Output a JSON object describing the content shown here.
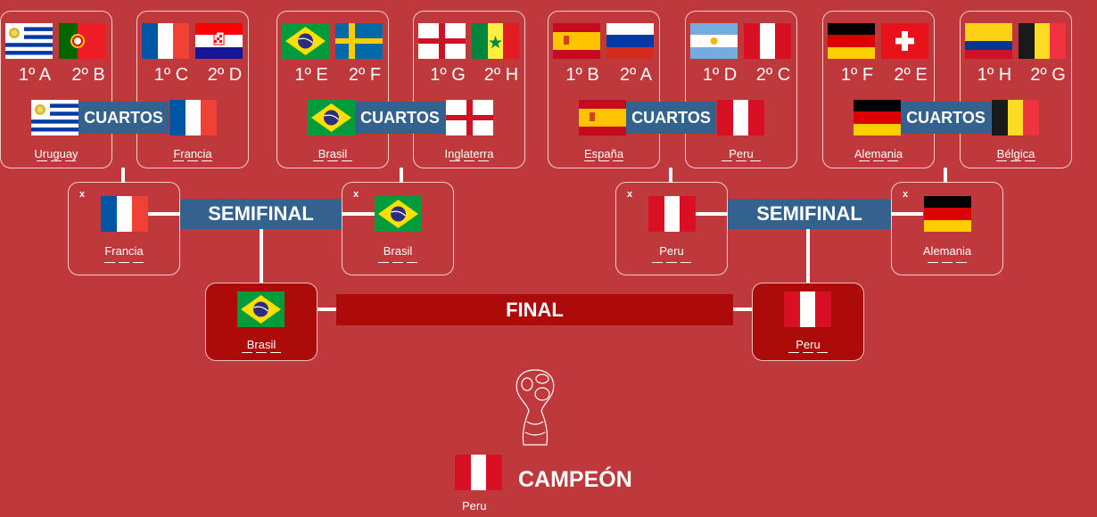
{
  "groups": [
    {
      "teams": [
        {
          "flag": "uruguay",
          "pos": "1º A"
        },
        {
          "flag": "portugal",
          "pos": "2º B"
        }
      ]
    },
    {
      "teams": [
        {
          "flag": "france",
          "pos": "1º C"
        },
        {
          "flag": "croatia",
          "pos": "2º D"
        }
      ]
    },
    {
      "teams": [
        {
          "flag": "brazil",
          "pos": "1º E"
        },
        {
          "flag": "sweden",
          "pos": "2º F"
        }
      ]
    },
    {
      "teams": [
        {
          "flag": "england",
          "pos": "1º G"
        },
        {
          "flag": "senegal",
          "pos": "2º H"
        }
      ]
    },
    {
      "teams": [
        {
          "flag": "spain",
          "pos": "1º B"
        },
        {
          "flag": "russia",
          "pos": "2º A"
        }
      ]
    },
    {
      "teams": [
        {
          "flag": "argentina",
          "pos": "1º D"
        },
        {
          "flag": "peru",
          "pos": "2º C"
        }
      ]
    },
    {
      "teams": [
        {
          "flag": "germany",
          "pos": "1º F"
        },
        {
          "flag": "switzerland",
          "pos": "2º E"
        }
      ]
    },
    {
      "teams": [
        {
          "flag": "colombia",
          "pos": "1º H"
        },
        {
          "flag": "belgium",
          "pos": "2º G"
        }
      ]
    }
  ],
  "round16_winners": [
    {
      "name": "Uruguay",
      "flag": "uruguay"
    },
    {
      "name": "Francia",
      "flag": "france"
    },
    {
      "name": "Brasil",
      "flag": "brazil"
    },
    {
      "name": "Inglaterra",
      "flag": "england"
    },
    {
      "name": "España",
      "flag": "spain"
    },
    {
      "name": "Peru",
      "flag": "peru"
    },
    {
      "name": "Alemania",
      "flag": "germany"
    },
    {
      "name": "Bélgica",
      "flag": "belgium"
    }
  ],
  "quarters_label": "CUARTOS",
  "semifinal_label": "SEMIFINAL",
  "semifinalists": [
    {
      "name": "Francia",
      "flag": "france",
      "mark": "x"
    },
    {
      "name": "Brasil",
      "flag": "brazil",
      "mark": "x"
    },
    {
      "name": "Peru",
      "flag": "peru",
      "mark": "x"
    },
    {
      "name": "Alemania",
      "flag": "germany",
      "mark": "x"
    }
  ],
  "final_label": "FINAL",
  "finalists": [
    {
      "name": "Brasil",
      "flag": "brazil"
    },
    {
      "name": "Peru",
      "flag": "peru"
    }
  ],
  "champion": {
    "label": "CAMPEÓN",
    "name": "Peru",
    "flag": "peru"
  },
  "colors": {
    "background": "#bf383b",
    "bar_blue": "#33628f",
    "final_red": "#ad0a0a"
  }
}
